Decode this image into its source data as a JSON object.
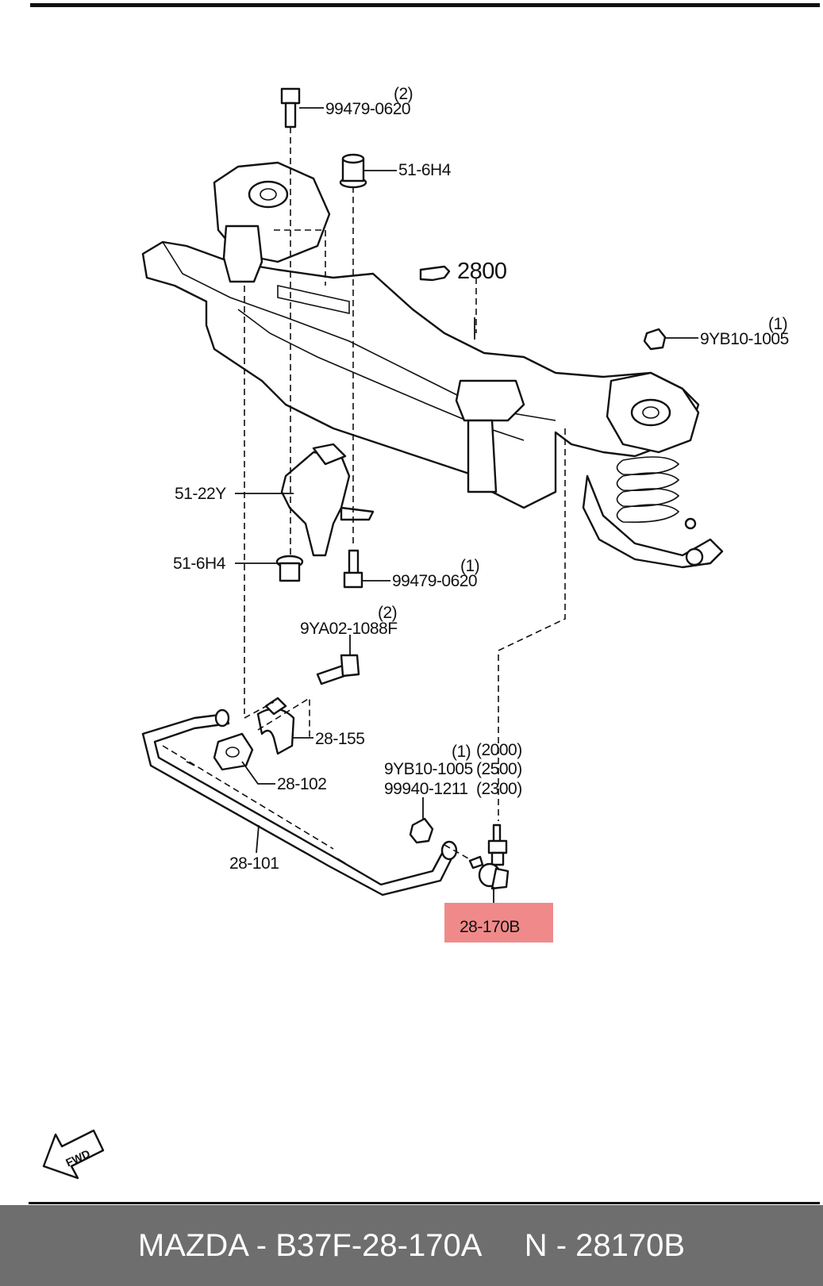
{
  "callouts": {
    "bolt_top": {
      "qty": "(2)",
      "part": "99479-0620"
    },
    "bushing_top": {
      "part": "51-6H4"
    },
    "ref": {
      "part": "2800"
    },
    "nut_right": {
      "qty": "(1)",
      "part": "9YB10-1005"
    },
    "bracket": {
      "part": "51-22Y"
    },
    "bushing_low": {
      "part": "51-6H4"
    },
    "bolt_mid": {
      "qty": "(1)",
      "part": "99479-0620"
    },
    "bolt_clamp": {
      "qty": "(2)",
      "part": "9YA02-1088F"
    },
    "clamp": {
      "part": "28-155"
    },
    "rubber": {
      "part": "28-102"
    },
    "link_qty": "(1)",
    "link_v1": "(2000)",
    "link_nut": "9YB10-1005",
    "link_v2": "(2500)",
    "link_bolt": "99940-1211",
    "link_v3": "(2300)",
    "stabilizer": {
      "part": "28-101"
    },
    "highlight": {
      "part": "28-170B"
    },
    "fwd": "FWD"
  },
  "footer": {
    "text": "MAZDA - B37F-28-170A     N - 28170B"
  },
  "colors": {
    "highlight": "#f08a8a",
    "footer_bg": "#6e6e6e",
    "footer_text": "#ffffff"
  }
}
